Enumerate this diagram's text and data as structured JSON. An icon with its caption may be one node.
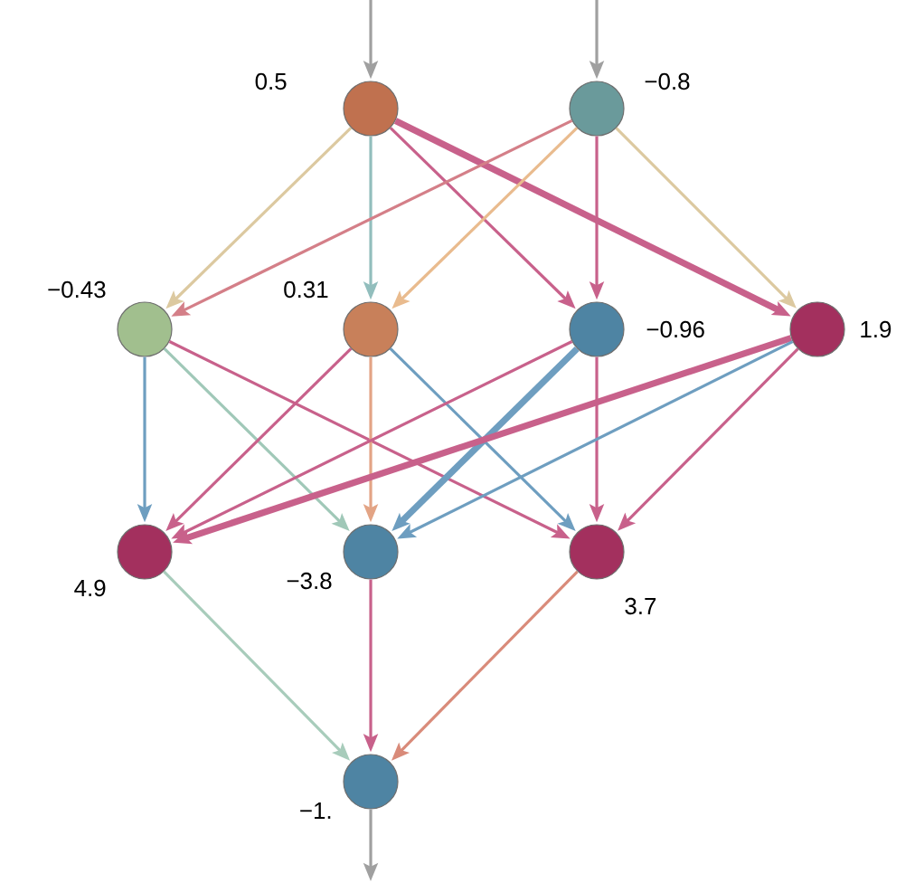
{
  "diagram": {
    "nodes": [
      {
        "text": [],
        "shape": "circle",
        "beside": [
          "0.5"
        ]
      },
      {
        "text": [],
        "shape": "circle",
        "beside": [
          "−0.8"
        ]
      },
      {
        "text": [],
        "shape": "circle",
        "beside": [
          "−0.43"
        ]
      },
      {
        "text": [],
        "shape": "circle",
        "beside": [
          "0.31"
        ]
      },
      {
        "text": [],
        "shape": "circle",
        "beside": [
          "−0.96"
        ]
      },
      {
        "text": [],
        "shape": "circle",
        "beside": [
          "1.9"
        ]
      },
      {
        "text": [],
        "shape": "circle",
        "beside": [
          "4.9"
        ]
      },
      {
        "text": [],
        "shape": "circle",
        "beside": [
          "−3.8"
        ]
      },
      {
        "text": [],
        "shape": "circle",
        "beside": [
          "3.7"
        ]
      },
      {
        "text": [],
        "shape": "circle",
        "beside": [
          "−1."
        ]
      }
    ],
    "edges": [
      {
        "from": null,
        "to": 0,
        "arrow": "to",
        "color": "#a0a0a0"
      },
      {
        "from": null,
        "to": 1,
        "arrow": "to",
        "color": "#a0a0a0"
      },
      {
        "from": 0,
        "to": 2,
        "arrow": "to",
        "color": "#dcc9a0"
      },
      {
        "from": 0,
        "to": 3,
        "arrow": "to",
        "color": "#92bebd"
      },
      {
        "from": 0,
        "to": 4,
        "arrow": "to"
      },
      {
        "from": 0,
        "to": 5,
        "arrow": "to",
        "style": "thick"
      },
      {
        "from": 1,
        "to": 2,
        "arrow": "to",
        "color": "#d47f88"
      },
      {
        "from": 1,
        "to": 3,
        "arrow": "to",
        "color": "#e9bb8e"
      },
      {
        "from": 1,
        "to": 4,
        "arrow": "to"
      },
      {
        "from": 1,
        "to": 5,
        "arrow": "to",
        "color": "#dcc9a0"
      },
      {
        "from": 2,
        "to": 6,
        "arrow": "to",
        "color": "#6e9ec0"
      },
      {
        "from": 2,
        "to": 7,
        "arrow": "to",
        "color": "#a0c8b8"
      },
      {
        "from": 2,
        "to": 8,
        "arrow": "to"
      },
      {
        "from": 3,
        "to": 6,
        "arrow": "to"
      },
      {
        "from": 3,
        "to": 7,
        "arrow": "to",
        "color": "#e3a485"
      },
      {
        "from": 3,
        "to": 8,
        "arrow": "to",
        "color": "#6e9ec0"
      },
      {
        "from": 4,
        "to": 6,
        "arrow": "to"
      },
      {
        "from": 4,
        "to": 7,
        "arrow": "to",
        "style": "thick",
        "color": "#6e9ec0"
      },
      {
        "from": 4,
        "to": 8,
        "arrow": "to"
      },
      {
        "from": 5,
        "to": 6,
        "arrow": "to",
        "style": "thick"
      },
      {
        "from": 5,
        "to": 7,
        "arrow": "to",
        "color": "#6e9ec0"
      },
      {
        "from": 5,
        "to": 8,
        "arrow": "to"
      },
      {
        "from": 6,
        "to": 9,
        "arrow": "to",
        "color": "#a8ccbb"
      },
      {
        "from": 7,
        "to": 9,
        "arrow": "to"
      },
      {
        "from": 8,
        "to": 9,
        "arrow": "to",
        "color": "#d98b7a"
      },
      {
        "from": 9,
        "to": null,
        "arrow": "to",
        "color": "#a0a0a0"
      }
    ]
  }
}
